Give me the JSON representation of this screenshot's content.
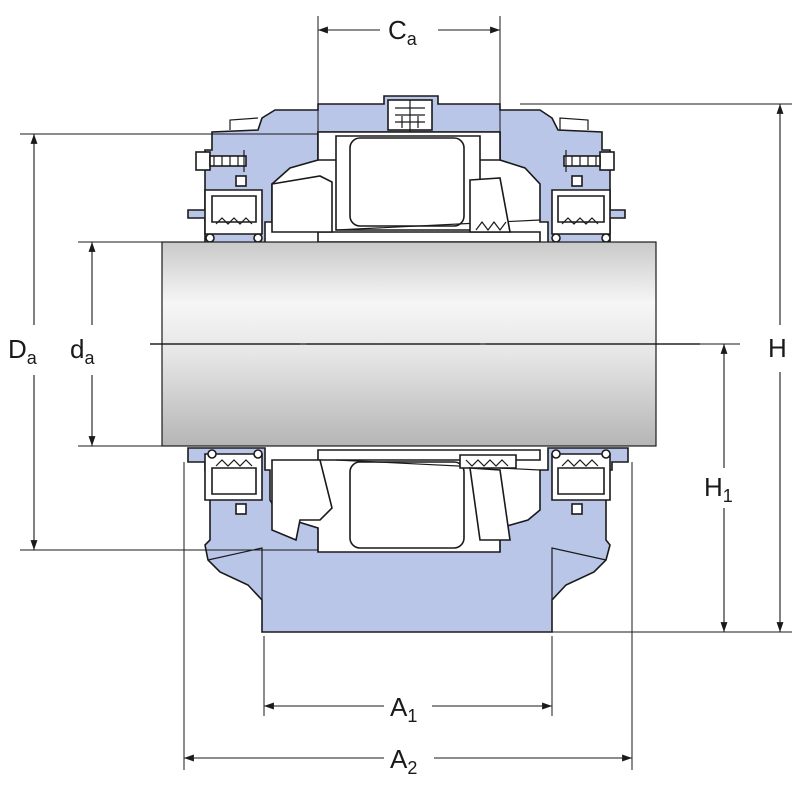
{
  "colors": {
    "housing_fill": "#b9c6e8",
    "outline": "#1a1a1a",
    "shaft_light": "#f4f4f4",
    "shaft_dark": "#b8b8b8",
    "background": "#ffffff"
  },
  "dimensions": {
    "Ca": {
      "main": "C",
      "sub": "a"
    },
    "Da": {
      "main": "D",
      "sub": "a"
    },
    "da": {
      "main": "d",
      "sub": "a"
    },
    "H": {
      "main": "H",
      "sub": ""
    },
    "H1": {
      "main": "H",
      "sub": "1"
    },
    "A1": {
      "main": "A",
      "sub": "1"
    },
    "A2": {
      "main": "A",
      "sub": "2"
    }
  }
}
